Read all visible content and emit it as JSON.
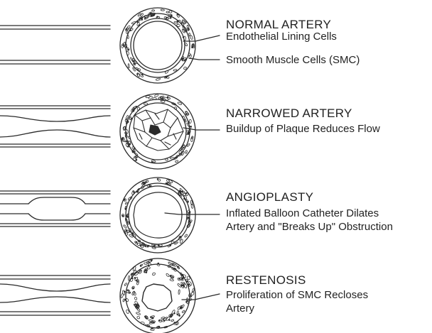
{
  "panels": [
    {
      "id": "normal",
      "title": "NORMAL ARTERY",
      "lines": [
        "Endothelial Lining Cells",
        "Smooth Muscle Cells (SMC)"
      ]
    },
    {
      "id": "narrowed",
      "title": "NARROWED ARTERY",
      "lines": [
        "Buildup of Plaque Reduces Flow"
      ]
    },
    {
      "id": "angioplasty",
      "title": "ANGIOPLASTY",
      "lines": [
        "Inflated Balloon Catheter Dilates",
        "Artery and \"Breaks Up\" Obstruction"
      ]
    },
    {
      "id": "restenosis",
      "title": "RESTENOSIS",
      "lines": [
        "Proliferation of SMC Recloses",
        "Artery"
      ]
    }
  ]
}
